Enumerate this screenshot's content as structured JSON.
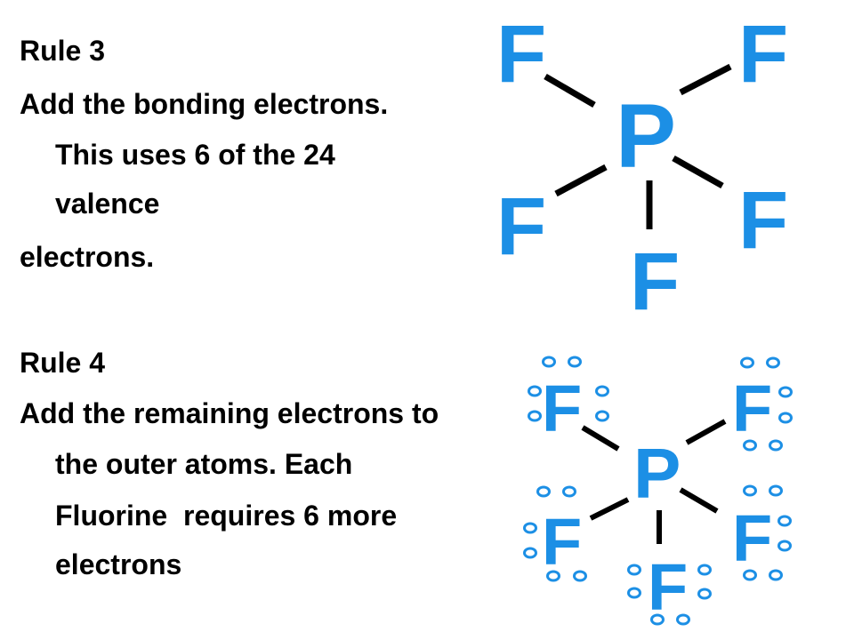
{
  "rule_3": {
    "heading": "Rule 3",
    "lines": [
      "Add the bonding electrons.",
      "This uses 6 of the 24",
      "valence",
      "electrons."
    ]
  },
  "rule_4": {
    "heading": "Rule 4",
    "lines": [
      "Add the remaining electrons to",
      "the outer atoms. Each",
      "Fluorine  requires 6 more",
      "electrons"
    ]
  },
  "bonding_structure": {
    "central_atom": "P",
    "outer_atoms": [
      "F",
      "F",
      "F",
      "F",
      "F"
    ]
  },
  "lone_pair_structure": {
    "central_atom": "P",
    "outer_atoms": [
      "F",
      "F",
      "F",
      "F",
      "F"
    ]
  },
  "colors": {
    "atom_label": "#1c8fe5",
    "bond": "#000000",
    "text": "#000000"
  }
}
